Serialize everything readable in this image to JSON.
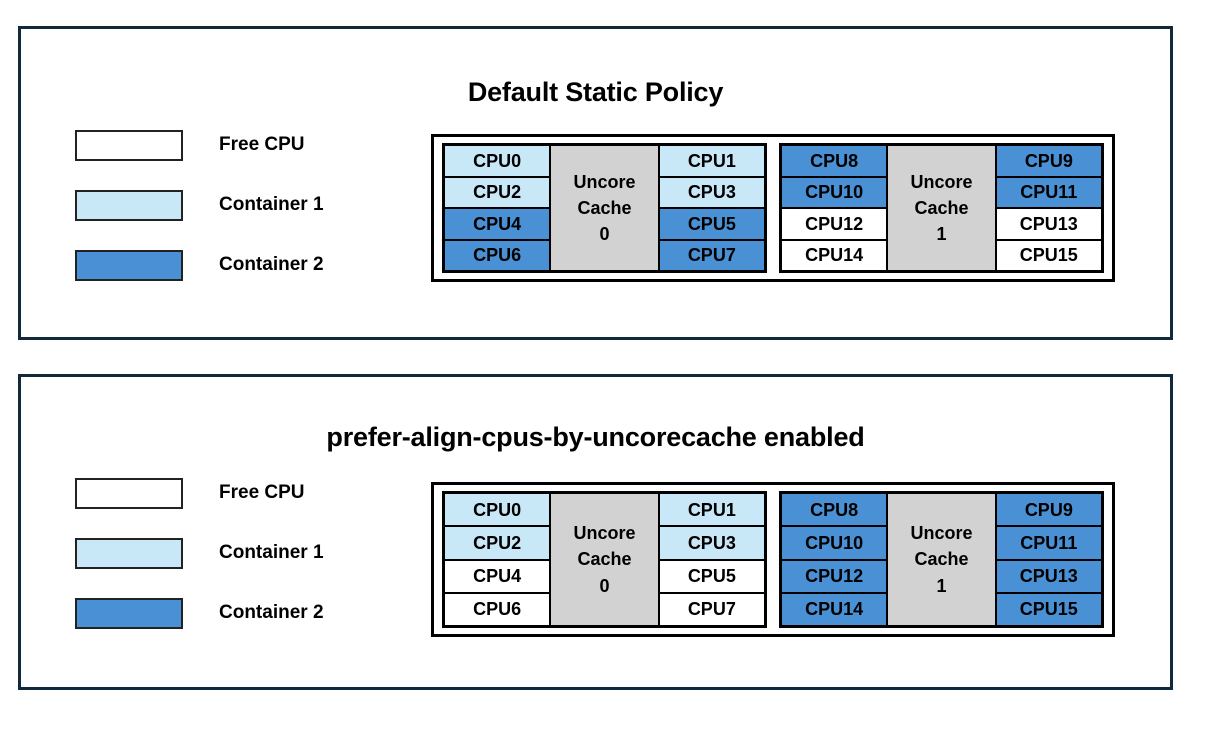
{
  "legend": {
    "items": [
      {
        "label": "Free CPU",
        "kind": "free",
        "color": "#ffffff"
      },
      {
        "label": "Container 1",
        "kind": "container1",
        "color": "#c9e8f7"
      },
      {
        "label": "Container 2",
        "kind": "container2",
        "color": "#4a90d4"
      }
    ]
  },
  "colors": {
    "panel_border": "#102a3c",
    "cell_border": "#000000",
    "free": "#ffffff",
    "container1": "#c9e8f7",
    "container2": "#4a90d4",
    "uncore_cache": "#d2d2d2",
    "text": "#000000"
  },
  "panels": [
    {
      "id": "default",
      "title": "Default Static Policy",
      "caches": [
        {
          "label_line1": "Uncore",
          "label_line2": "Cache",
          "label_line3": "0",
          "left_column": [
            {
              "label": "CPU0",
              "kind": "container1"
            },
            {
              "label": "CPU2",
              "kind": "container1"
            },
            {
              "label": "CPU4",
              "kind": "container2"
            },
            {
              "label": "CPU6",
              "kind": "container2"
            }
          ],
          "right_column": [
            {
              "label": "CPU1",
              "kind": "container1"
            },
            {
              "label": "CPU3",
              "kind": "container1"
            },
            {
              "label": "CPU5",
              "kind": "container2"
            },
            {
              "label": "CPU7",
              "kind": "container2"
            }
          ]
        },
        {
          "label_line1": "Uncore",
          "label_line2": "Cache",
          "label_line3": "1",
          "left_column": [
            {
              "label": "CPU8",
              "kind": "container2"
            },
            {
              "label": "CPU10",
              "kind": "container2"
            },
            {
              "label": "CPU12",
              "kind": "free"
            },
            {
              "label": "CPU14",
              "kind": "free"
            }
          ],
          "right_column": [
            {
              "label": "CPU9",
              "kind": "container2"
            },
            {
              "label": "CPU11",
              "kind": "container2"
            },
            {
              "label": "CPU13",
              "kind": "free"
            },
            {
              "label": "CPU15",
              "kind": "free"
            }
          ]
        }
      ]
    },
    {
      "id": "prefer",
      "title": "prefer-align-cpus-by-uncorecache enabled",
      "caches": [
        {
          "label_line1": "Uncore",
          "label_line2": "Cache",
          "label_line3": "0",
          "left_column": [
            {
              "label": "CPU0",
              "kind": "container1"
            },
            {
              "label": "CPU2",
              "kind": "container1"
            },
            {
              "label": "CPU4",
              "kind": "free"
            },
            {
              "label": "CPU6",
              "kind": "free"
            }
          ],
          "right_column": [
            {
              "label": "CPU1",
              "kind": "container1"
            },
            {
              "label": "CPU3",
              "kind": "container1"
            },
            {
              "label": "CPU5",
              "kind": "free"
            },
            {
              "label": "CPU7",
              "kind": "free"
            }
          ]
        },
        {
          "label_line1": "Uncore",
          "label_line2": "Cache",
          "label_line3": "1",
          "left_column": [
            {
              "label": "CPU8",
              "kind": "container2"
            },
            {
              "label": "CPU10",
              "kind": "container2"
            },
            {
              "label": "CPU12",
              "kind": "container2"
            },
            {
              "label": "CPU14",
              "kind": "container2"
            }
          ],
          "right_column": [
            {
              "label": "CPU9",
              "kind": "container2"
            },
            {
              "label": "CPU11",
              "kind": "container2"
            },
            {
              "label": "CPU13",
              "kind": "container2"
            },
            {
              "label": "CPU15",
              "kind": "container2"
            }
          ]
        }
      ]
    }
  ]
}
